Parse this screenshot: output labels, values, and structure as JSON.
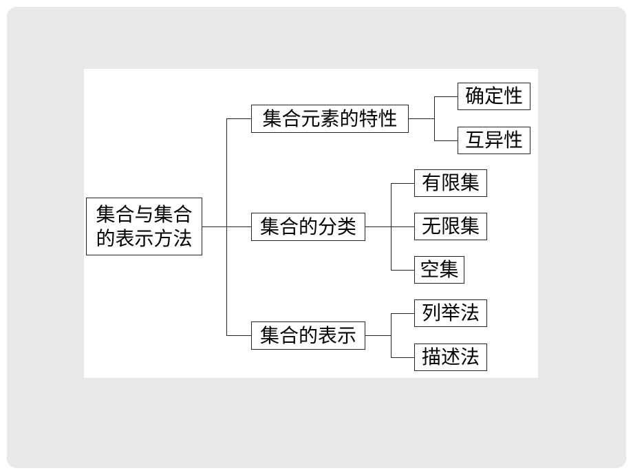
{
  "diagram": {
    "root": {
      "line1": "集合与集合",
      "line2": "的表示方法"
    },
    "branches": [
      {
        "label": "集合元素的特性",
        "children": [
          "确定性",
          "互异性"
        ]
      },
      {
        "label": "集合的分类",
        "children": [
          "有限集",
          "无限集",
          "空集"
        ]
      },
      {
        "label": "集合的表示",
        "children": [
          "列举法",
          "描述法"
        ]
      }
    ]
  }
}
